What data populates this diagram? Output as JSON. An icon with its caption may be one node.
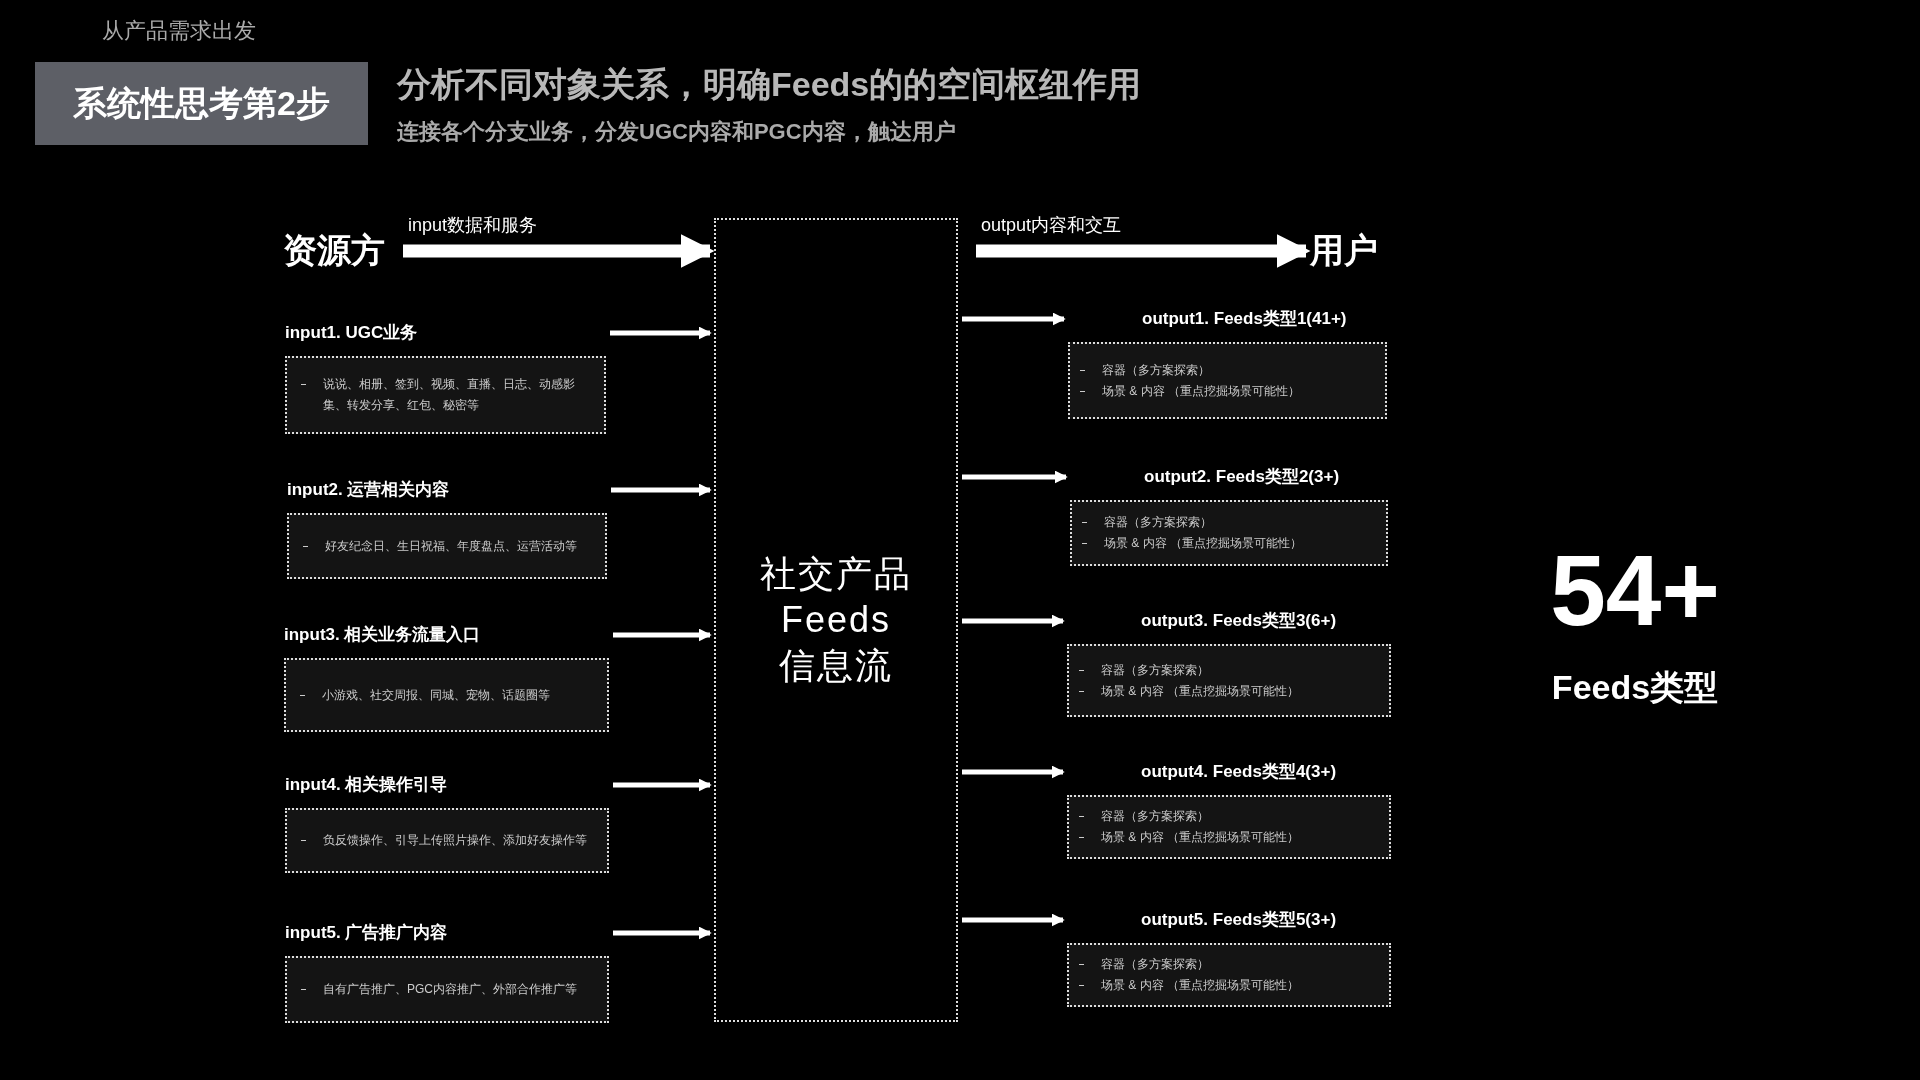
{
  "diagram": {
    "title": "分析不同对象关系，明确Feeds的的空间枢纽作用",
    "nodes": [
      {
        "text": [
          "系统性思考第2步"
        ]
      },
      {
        "text": [
          "资源方"
        ]
      },
      {
        "text": [
          "社交产品 Feeds 信息流"
        ]
      },
      {
        "text": [
          "用户"
        ]
      },
      {
        "text": [
          "input1. UGC业务",
          "说说、相册、签到、视频、直播、日志、动感影集、转发分享、红包、秘密等"
        ]
      },
      {
        "text": [
          "input2. 运营相关内容",
          "好友纪念日、生日祝福、年度盘点、运营活动等"
        ]
      },
      {
        "text": [
          "input3. 相关业务流量入口",
          "小游戏、社交周报、同城、宠物、话题圈等"
        ]
      },
      {
        "text": [
          "input4. 相关操作引导",
          "负反馈操作、引导上传照片操作、添加好友操作等"
        ]
      },
      {
        "text": [
          "input5. 广告推广内容",
          "自有广告推广、PGC内容推广、外部合作推广等"
        ]
      },
      {
        "text": [
          "output1. Feeds类型1(41+)",
          "容器（多方案探索）",
          "场景 & 内容 （重点挖掘场景可能性）"
        ]
      },
      {
        "text": [
          "output2. Feeds类型2(3+)",
          "容器（多方案探索）",
          "场景 & 内容 （重点挖掘场景可能性）"
        ]
      },
      {
        "text": [
          "output3. Feeds类型3(6+)",
          "容器（多方案探索）",
          "场景 & 内容 （重点挖掘场景可能性）"
        ]
      },
      {
        "text": [
          "output4. Feeds类型4(3+)",
          "容器（多方案探索）",
          "场景 & 内容 （重点挖掘场景可能性）"
        ]
      },
      {
        "text": [
          "output5. Feeds类型5(3+)",
          "容器（多方案探索）",
          "场景 & 内容 （重点挖掘场景可能性）"
        ]
      }
    ],
    "edges": [
      {
        "from": 1,
        "to": 2,
        "arrow": "to",
        "label": "input数据和服务",
        "style": "thick"
      },
      {
        "from": 2,
        "to": 3,
        "arrow": "to",
        "label": "output内容和交互",
        "style": "thick"
      },
      {
        "from": 4,
        "to": 2,
        "arrow": "to"
      },
      {
        "from": 5,
        "to": 2,
        "arrow": "to"
      },
      {
        "from": 6,
        "to": 2,
        "arrow": "to"
      },
      {
        "from": 7,
        "to": 2,
        "arrow": "to"
      },
      {
        "from": 8,
        "to": 2,
        "arrow": "to"
      },
      {
        "from": 2,
        "to": 9,
        "arrow": "to"
      },
      {
        "from": 2,
        "to": 10,
        "arrow": "to"
      },
      {
        "from": 2,
        "to": 11,
        "arrow": "to"
      },
      {
        "from": 2,
        "to": 12,
        "arrow": "to"
      },
      {
        "from": 2,
        "to": 13,
        "arrow": "to"
      }
    ],
    "labels": [
      "从产品需求出发",
      "连接各个分支业务，分发UGC内容和PGC内容，触达用户",
      "54+",
      "Feeds类型"
    ]
  }
}
